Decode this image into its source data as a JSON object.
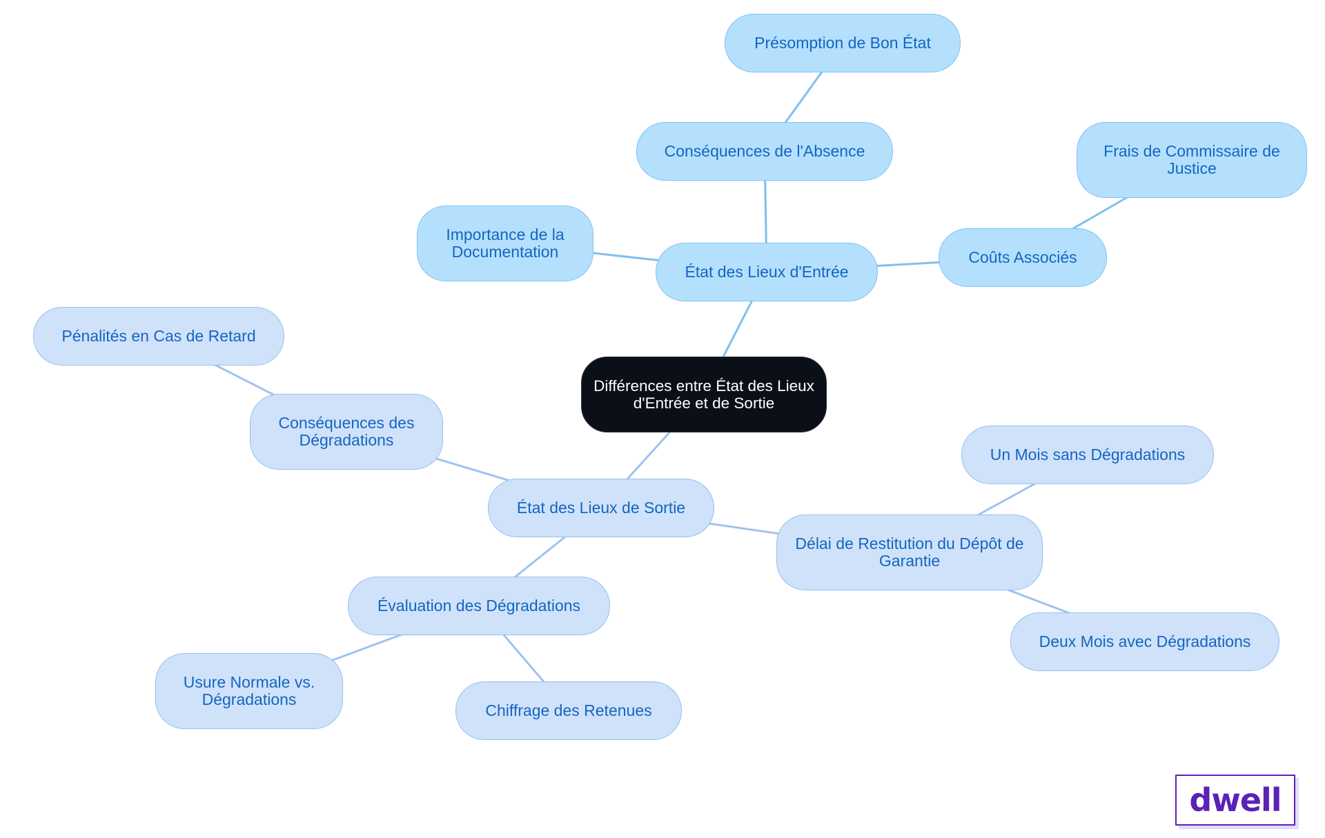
{
  "colors": {
    "center_fill": "#0b1018",
    "center_border": "#2a3340",
    "center_text": "#ffffff",
    "entry_fill": "#b4e0fd",
    "entry_border": "#7ec2f3",
    "entry_text": "#1565c0",
    "exit_fill": "#cfe2fa",
    "exit_border": "#93c0ef",
    "exit_text": "#1565c0",
    "entry_edge": "#7ec0ee",
    "exit_edge": "#9fc3ee",
    "brand": "#5b21b6"
  },
  "diagram": {
    "center": "Différences entre État des Lieux d'Entrée et de Sortie",
    "entry": {
      "label": "État des Lieux d'Entrée",
      "importance": "Importance de la Documentation",
      "absence": "Conséquences de l'Absence",
      "presumption": "Présomption de Bon État",
      "costs": "Coûts Associés",
      "fees": "Frais de Commissaire de Justice"
    },
    "exit": {
      "label": "État des Lieux de Sortie",
      "consequences": "Conséquences des Dégradations",
      "penalties": "Pénalités en Cas de Retard",
      "delay": "Délai de Restitution du Dépôt de Garantie",
      "one_month": "Un Mois sans Dégradations",
      "two_months": "Deux Mois avec Dégradations",
      "evaluation": "Évaluation des Dégradations",
      "wear": "Usure Normale vs. Dégradations",
      "costing": "Chiffrage des Retenues"
    }
  },
  "edges": [
    [
      "center",
      "entry"
    ],
    [
      "entry",
      "absence"
    ],
    [
      "absence",
      "presumption"
    ],
    [
      "entry",
      "importance"
    ],
    [
      "entry",
      "costs"
    ],
    [
      "costs",
      "fees"
    ],
    [
      "center",
      "exit"
    ],
    [
      "exit",
      "consequences"
    ],
    [
      "consequences",
      "penalties"
    ],
    [
      "exit",
      "delay"
    ],
    [
      "delay",
      "one-month"
    ],
    [
      "delay",
      "two-months"
    ],
    [
      "exit",
      "evaluation"
    ],
    [
      "evaluation",
      "wear"
    ],
    [
      "evaluation",
      "costing"
    ]
  ],
  "brand": {
    "logo_text": "dwell"
  }
}
